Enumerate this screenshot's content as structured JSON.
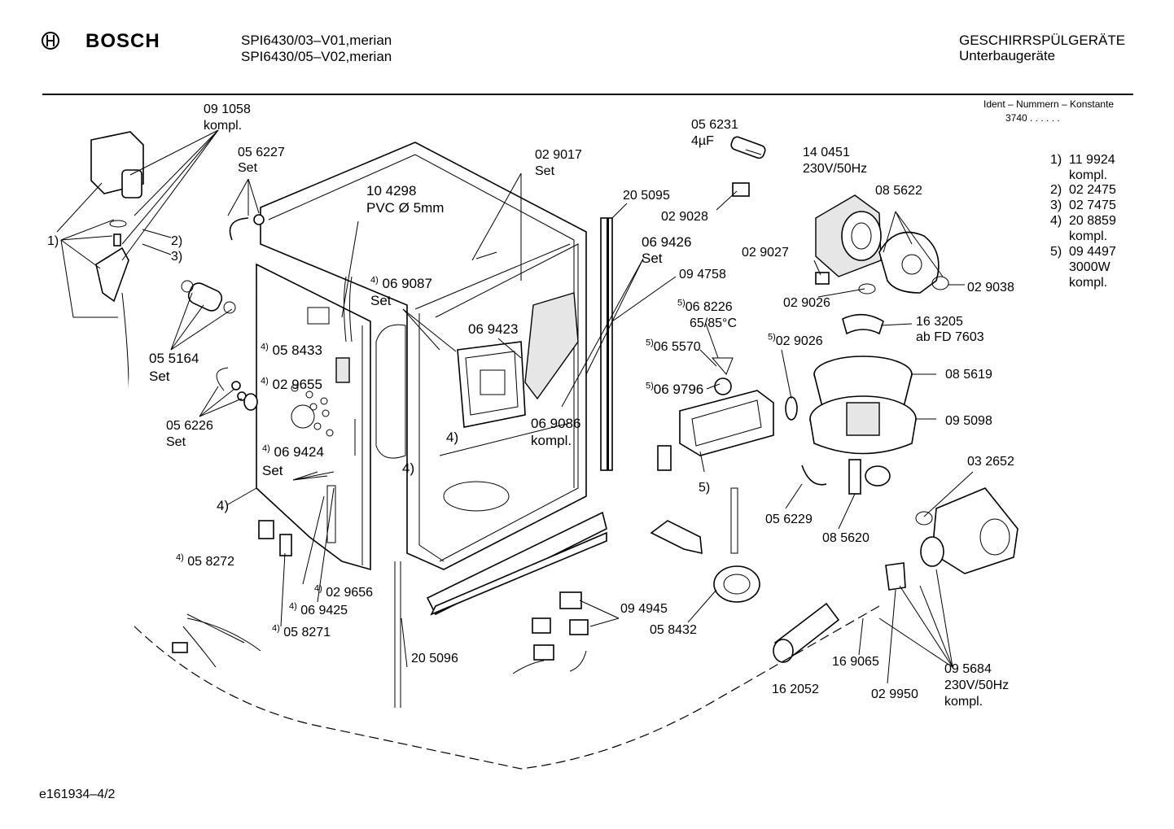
{
  "header": {
    "brand": "BOSCH",
    "model_line1": "SPI6430/03–V01,merian",
    "model_line2": "SPI6430/05–V02,merian",
    "category": "GESCHIRRSPÜLGERÄTE",
    "subcategory": "Unterbaugeräte",
    "ident_label": "Ident – Nummern – Konstante",
    "ident_value": "3740 . .   . . . ."
  },
  "footnotes": [
    {
      "num": "1)",
      "part": "11 9924",
      "extra": "kompl."
    },
    {
      "num": "2)",
      "part": "02 2475",
      "extra": ""
    },
    {
      "num": "3)",
      "part": "02 7475",
      "extra": ""
    },
    {
      "num": "4)",
      "part": "20 8859",
      "extra": "kompl."
    },
    {
      "num": "5)",
      "part": "09 4497",
      "extra": "3000W",
      "extra2": "kompl."
    }
  ],
  "labels": {
    "l091058": "09 1058",
    "l091058b": "kompl.",
    "l056227": "05 6227",
    "l056227b": "Set",
    "l1": "1)",
    "l2": "2)",
    "l3": "3)",
    "l055164": "05 5164",
    "l055164b": "Set",
    "l056226": "05 6226",
    "l056226b": "Set",
    "l104298": "10 4298",
    "l104298b": "PVC Ø 5mm",
    "l069087": "06 9087",
    "l069087b": "Set",
    "l069087n": "4)",
    "l058433": "05 8433",
    "l058433n": "4)",
    "l029655": "02 9655",
    "l029655n": "4)",
    "l069424": "06 9424",
    "l069424b": "Set",
    "l069424n": "4)",
    "l4a": "4)",
    "l058272": "05 8272",
    "l058272n": "4)",
    "l029656": "02 9656",
    "l029656n": "4)",
    "l069425": "06 9425",
    "l069425n": "4)",
    "l058271": "05 8271",
    "l058271n": "4)",
    "l029017": "02 9017",
    "l029017b": "Set",
    "l205095": "20 5095",
    "l069423": "06 9423",
    "l4b": "4)",
    "l4c": "4)",
    "l069426": "06 9426",
    "l069426b": "Set",
    "l069086": "06 9086",
    "l069086b": "kompl.",
    "l094758": "09 4758",
    "l205096": "20 5096",
    "l094945": "09 4945",
    "l058432": "05 8432",
    "l056231": "05 6231",
    "l056231b": "4µF",
    "l029028": "02 9028",
    "l140451": "14 0451",
    "l140451b": "230V/50Hz",
    "l085622": "08 5622",
    "l029027": "02 9027",
    "l029026a": "02 9026",
    "l029038": "02 9038",
    "l068226": "06 8226",
    "l068226b": "65/85°C",
    "l068226n": "5)",
    "l065570": "06 5570",
    "l065570n": "5)",
    "l069796": "06 9796",
    "l069796n": "5)",
    "l029026b": "02 9026",
    "l029026bn": "5)",
    "l163205": "16 3205",
    "l163205b": "ab FD 7603",
    "l085619": "08 5619",
    "l095098": "09 5098",
    "l5": "5)",
    "l056229": "05 6229",
    "l085620": "08 5620",
    "l032652": "03 2652",
    "l162052": "16 2052",
    "l169065": "16 9065",
    "l029950": "02 9950",
    "l095684": "09 5684",
    "l095684b": "230V/50Hz",
    "l095684c": "kompl."
  },
  "footer": {
    "doc_id": "e161934–4/2"
  }
}
